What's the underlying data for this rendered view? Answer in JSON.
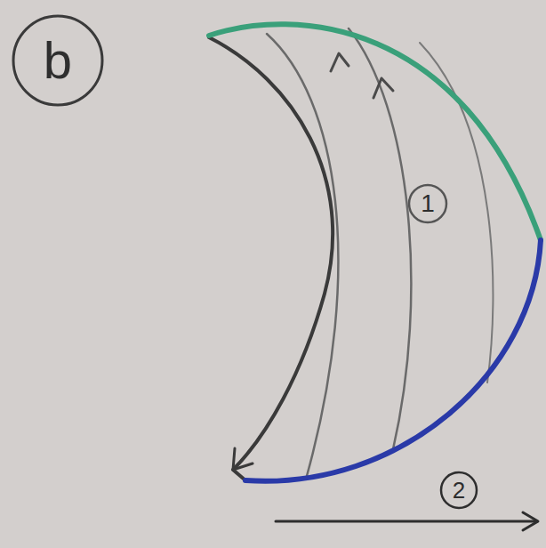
{
  "diagram": {
    "labels": [
      "b",
      "1",
      "2"
    ]
  }
}
